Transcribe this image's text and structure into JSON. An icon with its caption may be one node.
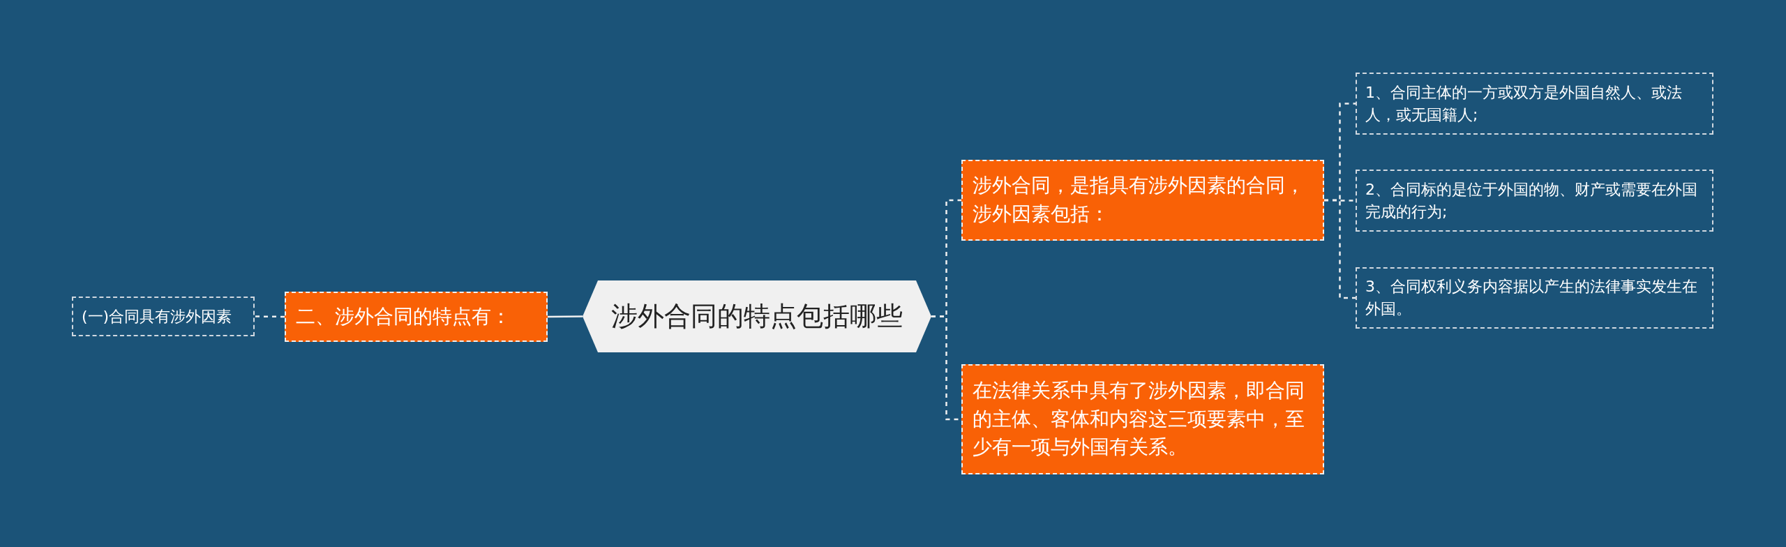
{
  "diagram": {
    "nodes": [
      {
        "text": [
          "涉外合同的特点包括哪些"
        ]
      },
      {
        "text": [
          "二、涉外合同的特点有："
        ]
      },
      {
        "text": [
          "(一)合同具有涉外因素"
        ]
      },
      {
        "text": [
          "涉外合同，是指具有涉外因素的合同，涉外因素包括："
        ]
      },
      {
        "text": [
          "1、合同主体的一方或双方是外国自然人、或法人，或无国籍人;"
        ]
      },
      {
        "text": [
          "2、合同标的是位于外国的物、财产或需要在外国完成的行为;"
        ]
      },
      {
        "text": [
          "3、合同权利义务内容据以产生的法律事实发生在外国。"
        ]
      },
      {
        "text": [
          "在法律关系中具有了涉外因素，即合同的主体、客体和内容这三项要素中，至少有一项与外国有关系。"
        ]
      }
    ],
    "edges": [
      {
        "from": 0,
        "to": 1,
        "arrow": "none"
      },
      {
        "from": 1,
        "to": 2,
        "arrow": "none",
        "style": "dashed"
      },
      {
        "from": 0,
        "to": 3,
        "arrow": "none",
        "style": "dashed"
      },
      {
        "from": 3,
        "to": 4,
        "arrow": "none",
        "style": "dashed"
      },
      {
        "from": 3,
        "to": 5,
        "arrow": "none",
        "style": "dashed"
      },
      {
        "from": 3,
        "to": 6,
        "arrow": "none",
        "style": "dashed"
      },
      {
        "from": 0,
        "to": 7,
        "arrow": "none",
        "style": "dashed"
      }
    ]
  }
}
